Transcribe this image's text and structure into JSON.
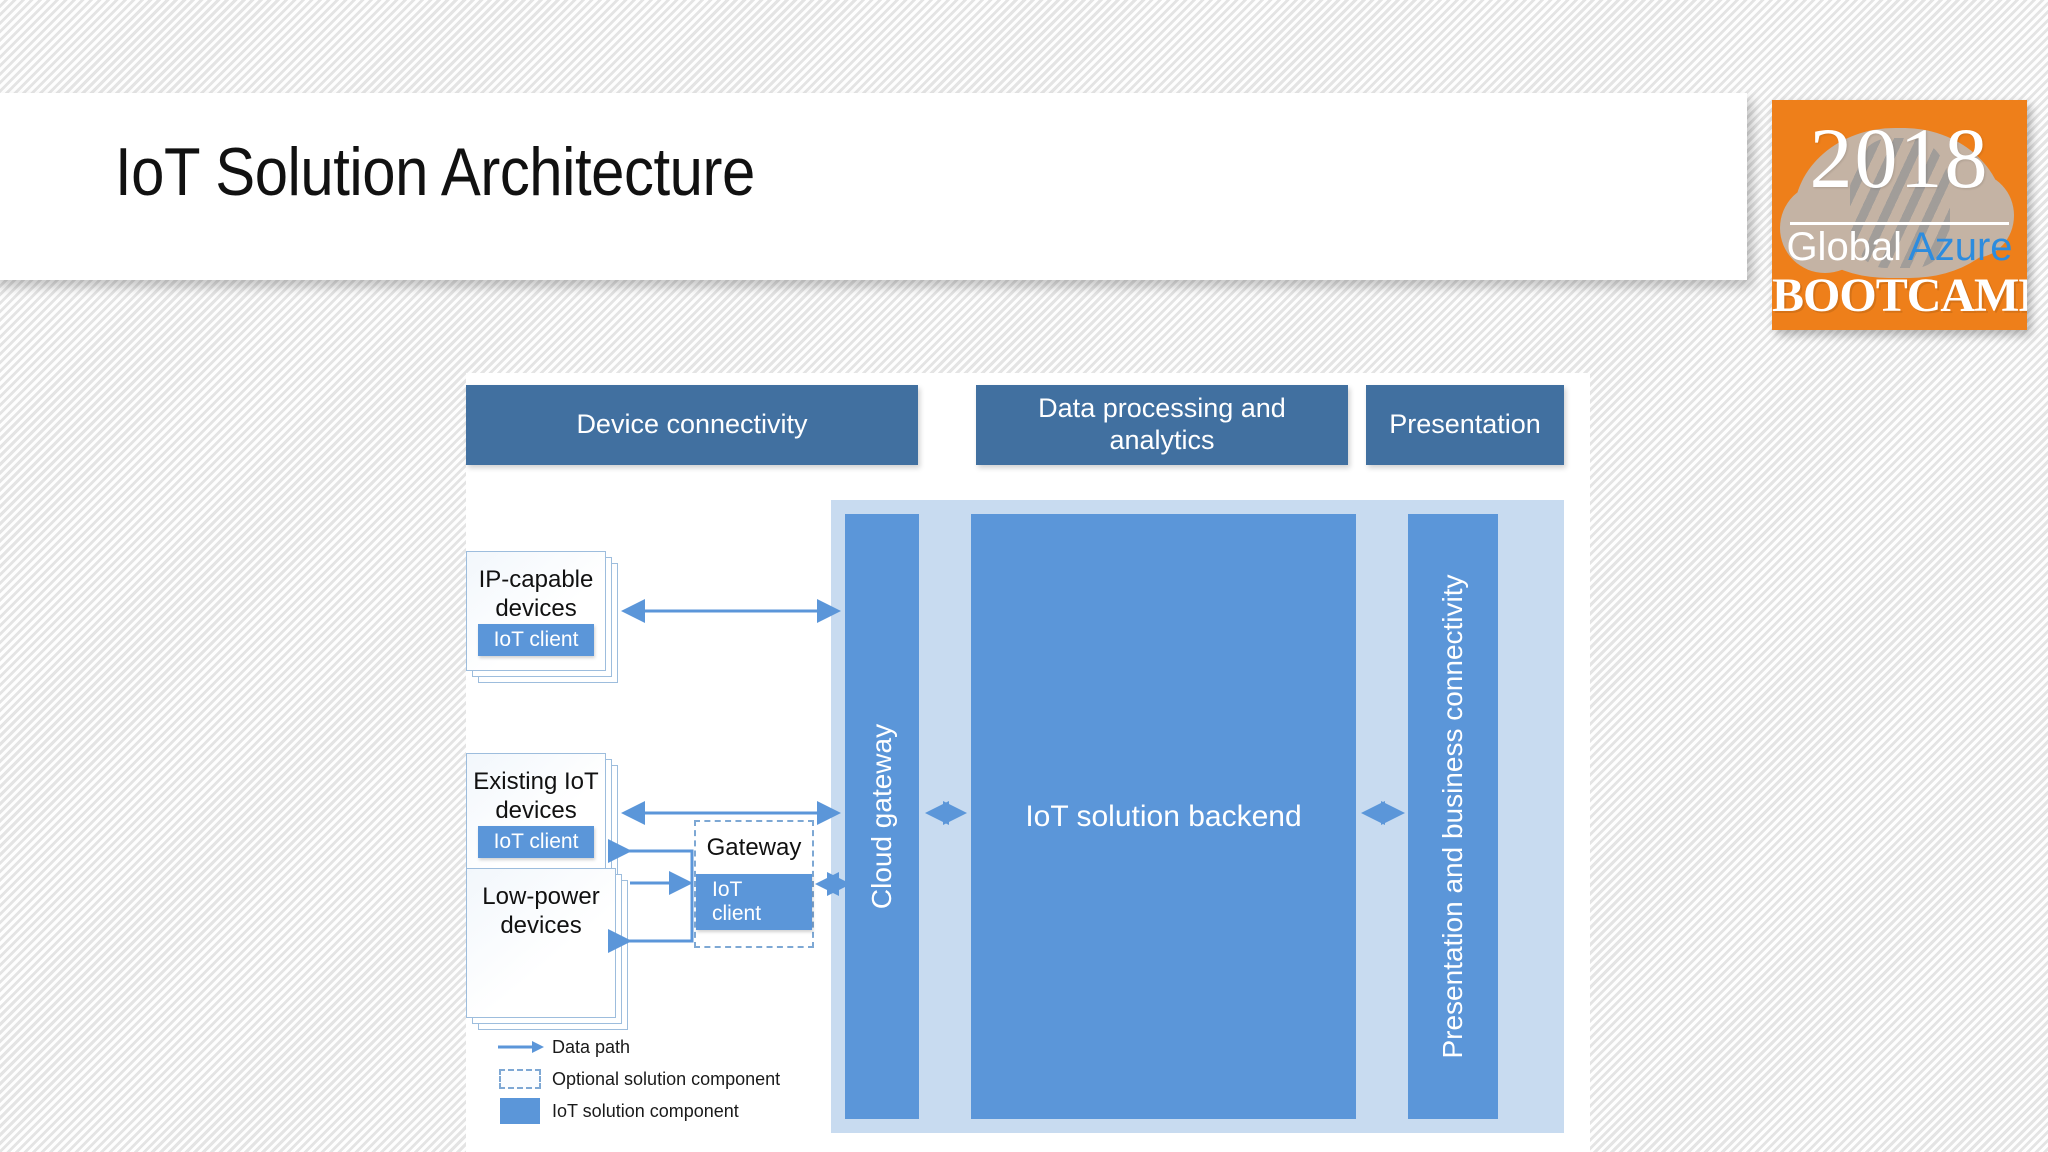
{
  "slide": {
    "title": "IoT Solution Architecture"
  },
  "logo": {
    "year": "2018",
    "global": "Global",
    "azure": "Azure",
    "bootcamp": "BOOTCAMP",
    "orange": "#EE7F1A",
    "azure_blue": "#2D8CDE"
  },
  "diagram": {
    "headers": [
      {
        "label": "Device connectivity"
      },
      {
        "label": "Data processing and analytics"
      },
      {
        "label": "Presentation"
      }
    ],
    "devices": [
      {
        "title": "IP-capable devices",
        "badge": "IoT client"
      },
      {
        "title": "Existing IoT devices",
        "badge": "IoT client"
      },
      {
        "title": "Low-power devices",
        "badge": ""
      }
    ],
    "gateway": {
      "title": "Gateway",
      "badge": "IoT client"
    },
    "panels": [
      {
        "label": "Cloud gateway"
      },
      {
        "label": "IoT solution backend"
      },
      {
        "label": "Presentation and business connectivity"
      }
    ],
    "legend": [
      {
        "key": "arrow-icon",
        "label": "Data path"
      },
      {
        "key": "dashed-box-icon",
        "label": "Optional solution component"
      },
      {
        "key": "filled-square-icon",
        "label": "IoT solution component"
      }
    ],
    "colors": {
      "header_blue": "#4170A0",
      "panel_blue": "#5B96D9",
      "container_blue": "#C8DBF0",
      "arrow_blue": "#5B96D9"
    }
  }
}
